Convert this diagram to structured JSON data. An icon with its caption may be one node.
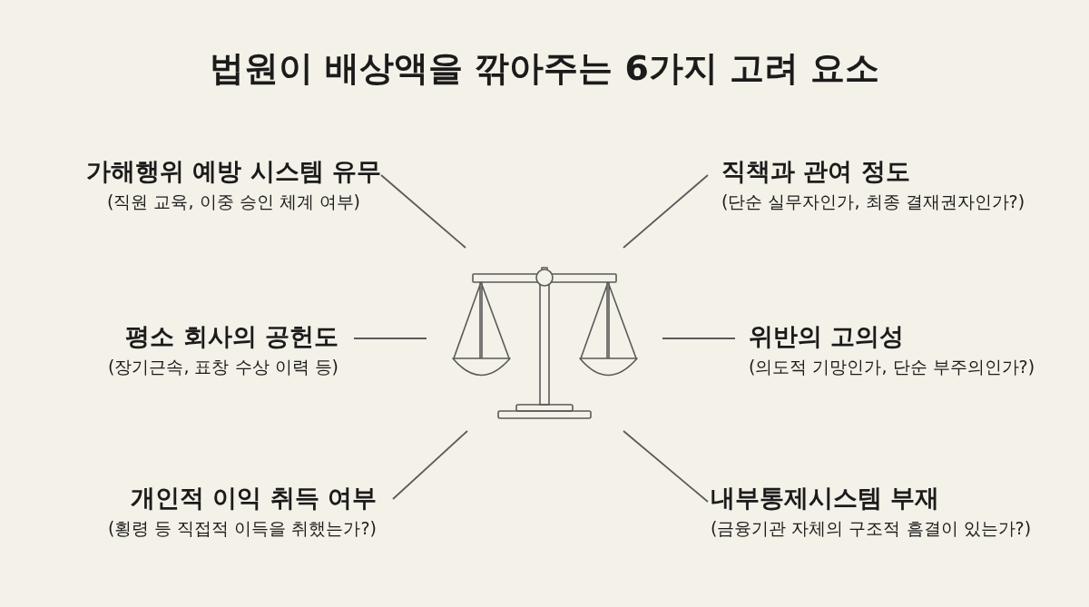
{
  "diagram": {
    "title": "법원이 배상액을 깎아주는 6가지 고려 요소",
    "nodes": [
      {
        "text": [
          "가해행위 예방 시스템 유무",
          "(직원 교육, 이중 승인 체계 여부)"
        ]
      },
      {
        "text": [
          "직책과 관여 정도",
          "(단순 실무자인가, 최종 결재권자인가?)"
        ]
      },
      {
        "text": [
          "평소 회사의 공헌도",
          "(장기근속, 표창 수상 이력 등)"
        ]
      },
      {
        "text": [],
        "shape": "picture"
      },
      {
        "text": [
          "위반의 고의성",
          "(의도적 기망인가, 단순 부주의인가?)"
        ]
      },
      {
        "text": [
          "개인적 이익 취득 여부",
          "(횡령 등 직접적 이득을 취했는가?)"
        ]
      },
      {
        "text": [
          "내부통제시스템 부재",
          "(금융기관 자체의 구조적 흠결이 있는가?)"
        ]
      }
    ],
    "edges": [
      {
        "from": 0,
        "to": 3,
        "arrow": "none"
      },
      {
        "from": 1,
        "to": 3,
        "arrow": "none"
      },
      {
        "from": 2,
        "to": 3,
        "arrow": "none"
      },
      {
        "from": 4,
        "to": 3,
        "arrow": "none"
      },
      {
        "from": 5,
        "to": 3,
        "arrow": "none"
      },
      {
        "from": 6,
        "to": 3,
        "arrow": "none"
      }
    ]
  }
}
